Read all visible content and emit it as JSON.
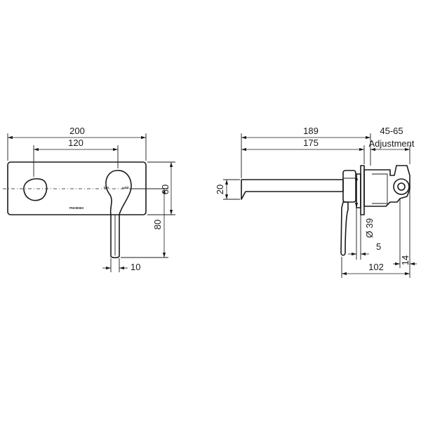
{
  "front_view": {
    "dim_overall_width": "200",
    "dim_centres": "120",
    "dim_plate_height": "60",
    "dim_lever_drop": "80",
    "dim_lever_width": "10",
    "label_hot": "hot",
    "label_cold": "cold",
    "brand_mark": "PHOENIX"
  },
  "side_view": {
    "dim_total_length": "189",
    "dim_spout_length": "175",
    "dim_adjustment_range": "45-65",
    "dim_adjustment_label": "Adjustment",
    "dim_spout_diameter": "20",
    "dim_flange_diameter": "Ø 39",
    "dim_flange_thickness": "5",
    "dim_body_depth": "102",
    "dim_cap_depth": "14"
  },
  "colors": {
    "line": "#1a1a1a",
    "background": "#ffffff"
  }
}
